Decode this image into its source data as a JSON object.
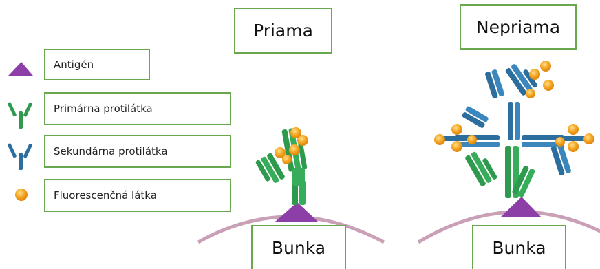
{
  "titles": {
    "direct": "Priama",
    "indirect": "Nepriama"
  },
  "legend": [
    {
      "icon": "antigen-triangle-icon",
      "label": "Antigén"
    },
    {
      "icon": "primary-antibody-icon",
      "label": "Primárna protilátka"
    },
    {
      "icon": "secondary-antibody-icon",
      "label": "Sekundárna protilátka"
    },
    {
      "icon": "fluorescent-dot-icon",
      "label": "Fluorescenčná látka"
    }
  ],
  "cell_labels": {
    "direct": "Bunka",
    "indirect": "Bunka"
  },
  "colors": {
    "antigen": "#8c3fa6",
    "primary_antibody": "#2f9a4f",
    "secondary_antibody": "#2c6e9e",
    "fluorophore": "#f0a020",
    "cell_membrane": "#c9a0b6",
    "box_border": "#6aa84f"
  }
}
